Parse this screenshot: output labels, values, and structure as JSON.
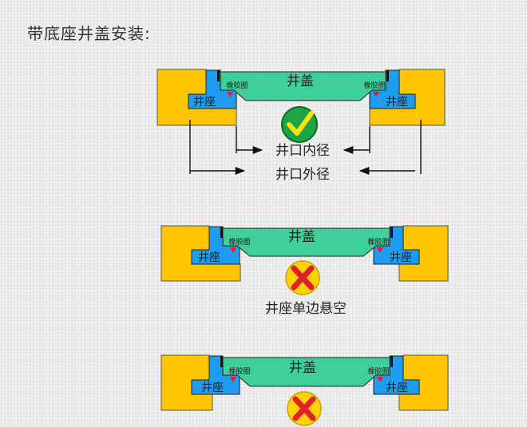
{
  "page": {
    "title": "带底座井盖安装:"
  },
  "labels": {
    "cover": "井盖",
    "seat": "井座",
    "gasket": "橡胶圈",
    "inner_diameter": "井口内径",
    "outer_diameter": "井口外径",
    "one_side_hanging": "井座单边悬空"
  },
  "colors": {
    "frame": "#ffc600",
    "seat": "#1e9cf0",
    "cover": "#3fcf9a",
    "gasket": "#e0202a",
    "correct": "#1fa347",
    "wrong_bg": "#ffd200",
    "wrong_x": "#e0202a"
  },
  "diagrams": [
    {
      "variant": "correct",
      "status_icon": "check-icon"
    },
    {
      "variant": "one-side-hanging",
      "status_icon": "cross-icon"
    },
    {
      "variant": "both-sides-hanging",
      "status_icon": "cross-icon"
    }
  ]
}
